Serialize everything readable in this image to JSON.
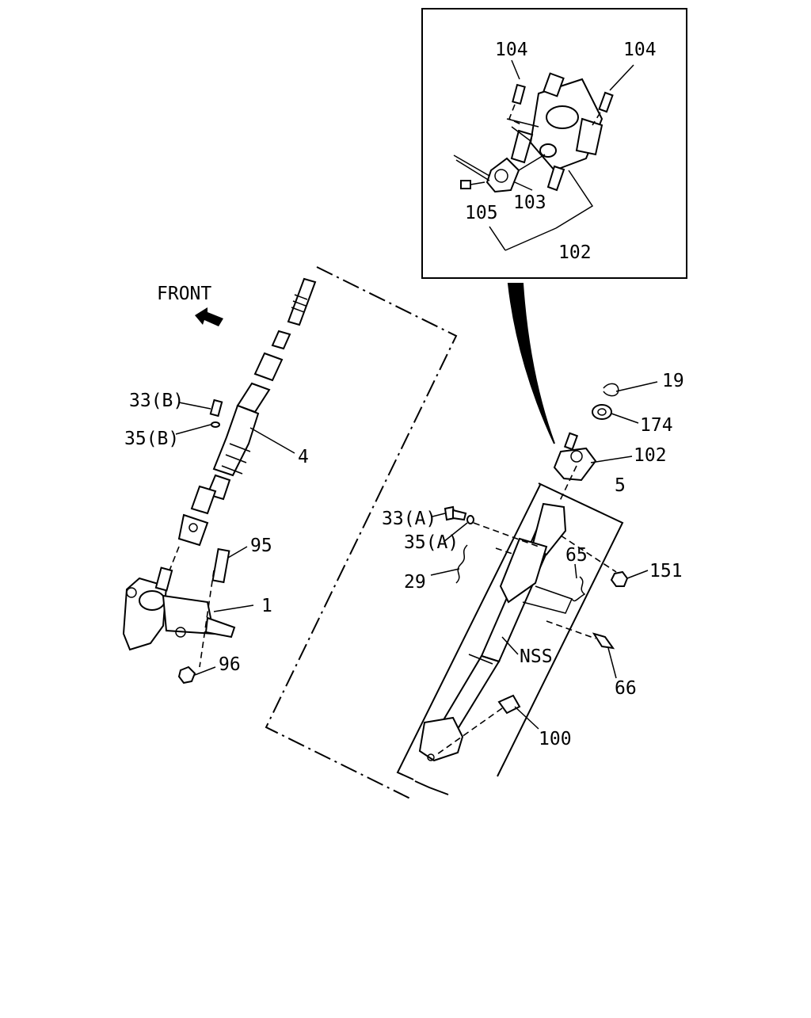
{
  "diagram": {
    "front_label": "FRONT",
    "callouts": {
      "c104a": "104",
      "c104b": "104",
      "c103": "103",
      "c105": "105",
      "c102_inset": "102",
      "c19": "19",
      "c174": "174",
      "c102_main": "102",
      "c5": "5",
      "c33A": "33(A)",
      "c35A": "35(A)",
      "c65": "65",
      "c151": "151",
      "c29": "29",
      "cNSS": "NSS",
      "c66": "66",
      "c100": "100",
      "c33B": "33(B)",
      "c35B": "35(B)",
      "c4": "4",
      "c95": "95",
      "c1": "1",
      "c96": "96"
    }
  }
}
